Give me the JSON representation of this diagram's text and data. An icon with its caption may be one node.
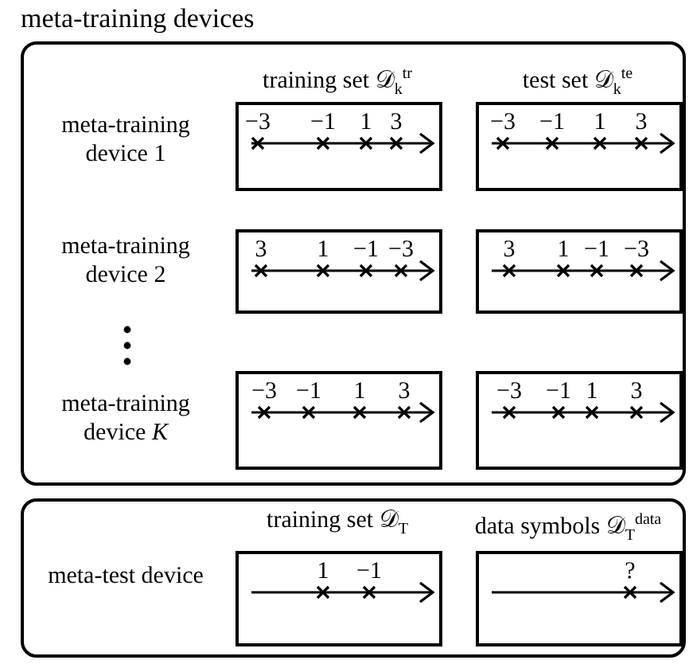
{
  "diagram": {
    "nodes": [
      {
        "text": [
          "meta-training devices"
        ]
      },
      {
        "text": [
          "−3",
          "−1",
          "1",
          "3"
        ],
        "in": 0
      },
      {
        "text": [
          "−3",
          "−1",
          "1",
          "3"
        ],
        "in": 0
      },
      {
        "text": [
          "3",
          "1",
          "−1",
          "−3"
        ],
        "in": 0
      },
      {
        "text": [
          "3",
          "1",
          "−1",
          "−3"
        ],
        "in": 0
      },
      {
        "text": [
          "−3",
          "−1",
          "1",
          "3"
        ],
        "in": 0
      },
      {
        "text": [
          "−3",
          "−1",
          "1",
          "3"
        ],
        "in": 0
      },
      {
        "text": [],
        "shape": "box"
      },
      {
        "text": [
          "1",
          "−1"
        ],
        "in": 7
      },
      {
        "text": [
          "?"
        ],
        "in": 7
      }
    ],
    "edges": [],
    "labels": [
      "training set 𝒟$_{k}$$^{tr}$",
      "test set 𝒟$_{k}$$^{te}$",
      "meta-training device 1",
      "meta-training device 2",
      "meta-training device *K*",
      "training set 𝒟$_{T}$",
      "data symbols 𝒟$_{T}$$^{data}$",
      "meta-test device"
    ]
  }
}
